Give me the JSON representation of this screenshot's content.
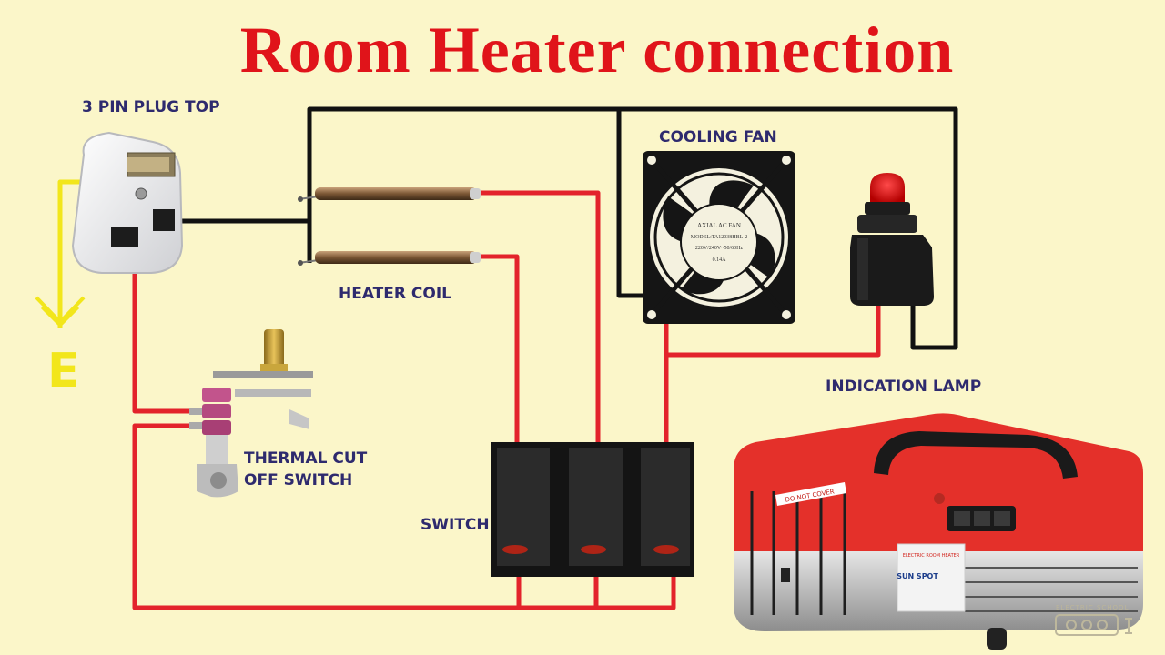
{
  "title": "Room Heater connection",
  "labels": {
    "plug": "3 PIN PLUG TOP",
    "fan": "COOLING FAN",
    "coil": "HEATER COIL",
    "lamp": "INDICATION LAMP",
    "thermal_line1": "THERMAL CUT",
    "thermal_line2": "OFF SWITCH",
    "switch": "SWITCH",
    "earth": "E"
  },
  "fan_plate": {
    "line1": "AXIAL AC FAN",
    "line2": "MODEL:TA12038HBL-2",
    "line3": "220V/240V~50/60Hz",
    "line4": "0.14A"
  },
  "heater_product": {
    "sticker": "DO NOT COVER",
    "panel_title": "ELECTRIC ROOM HEATER",
    "brand": "SUN SPOT"
  },
  "watermark": "ELECTRIC SCHOOL",
  "colors": {
    "background": "#fbf6c9",
    "title": "#e0141a",
    "label": "#2e2a6e",
    "live_wire": "#e3232b",
    "neutral_wire": "#111111",
    "earth_wire": "#f2e61b",
    "heater_red": "#e4302a"
  },
  "icons": [
    "plug-icon",
    "heater-coil-icon",
    "fan-icon",
    "lamp-icon",
    "thermostat-icon",
    "rocker-switch-icon",
    "heater-icon",
    "watermark-logo-icon"
  ]
}
